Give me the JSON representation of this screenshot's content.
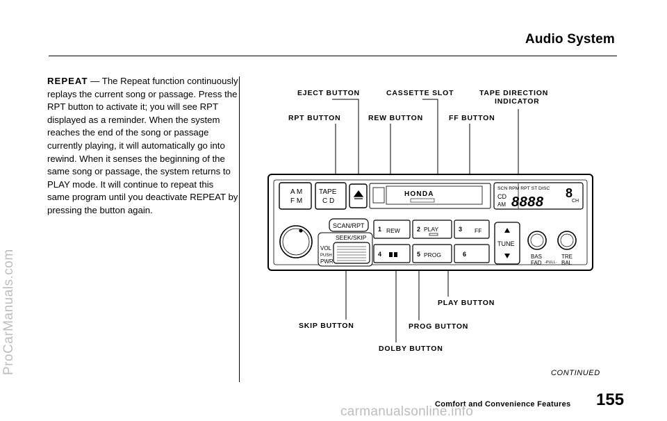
{
  "header": {
    "section_title": "Audio System"
  },
  "body": {
    "term": "REPEAT",
    "intro": " — The Repeat function continuously replays the current song or passage. Press the RPT button to activate it; you will see RPT displayed as a reminder. When the system reaches the end of the song or passage currently playing, it will automatically go into rewind. When it senses the beginning of the same song or passage, the system returns to PLAY mode. It will continue to repeat this same program until you deactivate REPEAT by pressing the button again."
  },
  "callouts": {
    "eject": "EJECT BUTTON",
    "cassette_slot": "CASSETTE SLOT",
    "tape_dir_1": "TAPE DIRECTION",
    "tape_dir_2": "INDICATOR",
    "rpt": "RPT BUTTON",
    "rew": "REW BUTTON",
    "ff": "FF BUTTON",
    "play": "PLAY BUTTON",
    "skip": "SKIP BUTTON",
    "prog": "PROG BUTTON",
    "dolby": "DOLBY BUTTON"
  },
  "radio": {
    "am": "A M",
    "fm": "F M",
    "tape": "TAPE",
    "cd": "C D",
    "brand": "HONDA",
    "scan_rpt": "SCAN/RPT",
    "seek_skip": "SEEK/SKIP",
    "vol": "VOL",
    "push": "PUSH",
    "pwr": "PWR",
    "btn1_num": "1",
    "btn1_label": "REW",
    "btn2_num": "2",
    "btn2_label": "PLAY",
    "btn3_num": "3",
    "btn3_label": "FF",
    "btn4_num": "4",
    "btn5_num": "5",
    "btn5_label": "PROG",
    "btn6_num": "6",
    "tune": "TUNE",
    "bas": "BAS",
    "fad": "FAD",
    "pull": "-PULL-",
    "tre": "TRE",
    "bal": "BAL",
    "disp_top": "SCN RPM RPT ST DISC",
    "disp_cd": "CD",
    "disp_am": "AM",
    "disp_digits": "8888",
    "disp_ch": "CH",
    "disp_disc_num": "8"
  },
  "footer": {
    "continued": "CONTINUED",
    "section": "Comfort and Convenience Features",
    "page_number": "155"
  },
  "watermarks": {
    "left": "ProCarManuals.com",
    "bottom": "carmanualsonline.info"
  }
}
